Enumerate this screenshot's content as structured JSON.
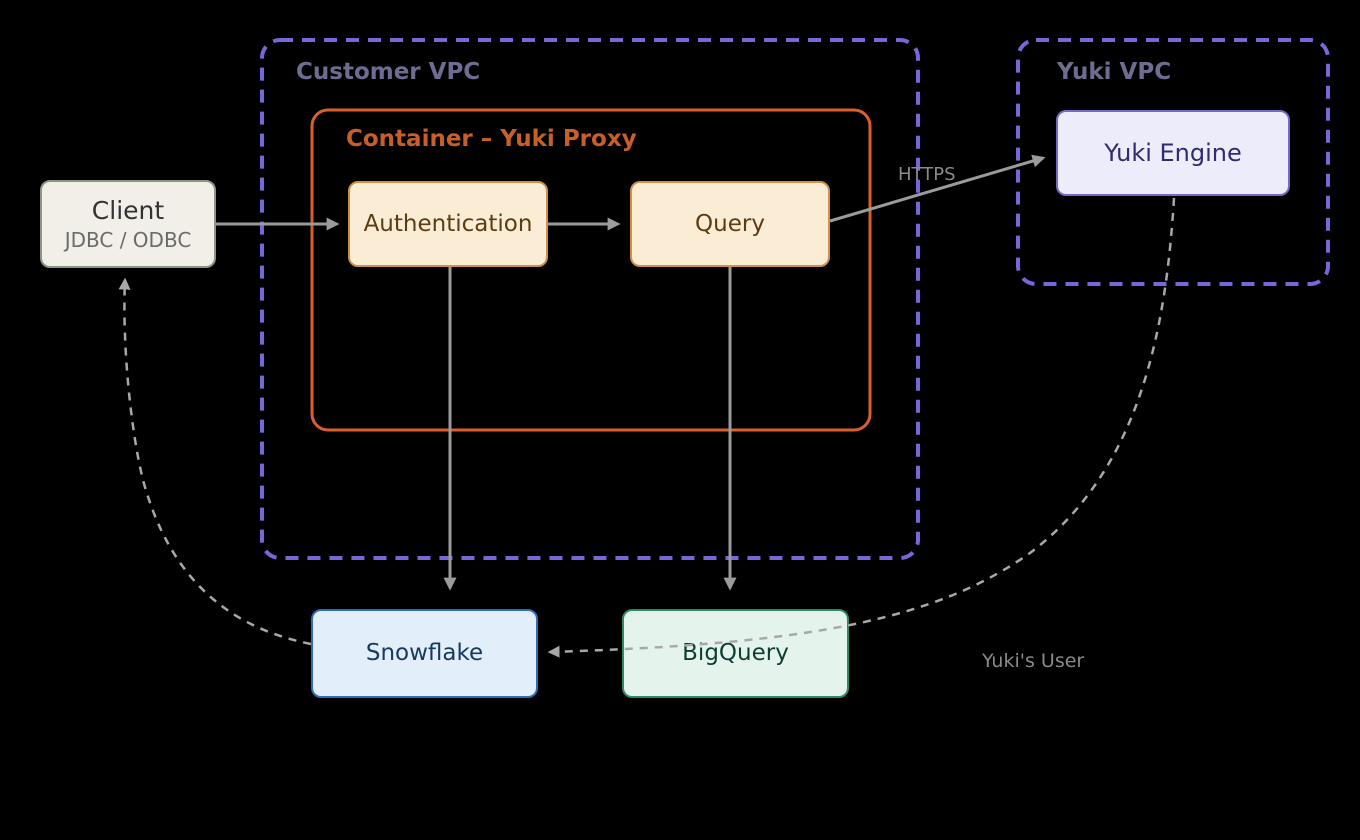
{
  "background": "#000000",
  "clusters": {
    "customer_vpc": {
      "label": "Customer VPC"
    },
    "yuki_vpc": {
      "label": "Yuki VPC"
    },
    "container": {
      "label": "Container – Yuki Proxy"
    }
  },
  "nodes": {
    "client": {
      "label": "Client",
      "sublabel": "JDBC / ODBC"
    },
    "authentication": {
      "label": "Authentication"
    },
    "query": {
      "label": "Query"
    },
    "yuki_engine": {
      "label": "Yuki Engine"
    },
    "snowflake": {
      "label": "Snowflake"
    },
    "bigquery": {
      "label": "BigQuery"
    }
  },
  "edge_labels": {
    "https": "HTTPS",
    "yukis_user": "Yuki's User"
  },
  "edges": [
    {
      "from": "Client",
      "to": "Authentication",
      "style": "solid"
    },
    {
      "from": "Authentication",
      "to": "Query",
      "style": "solid"
    },
    {
      "from": "Query",
      "to": "Yuki Engine",
      "style": "solid",
      "label": "HTTPS"
    },
    {
      "from": "Authentication",
      "to": "Snowflake",
      "style": "solid"
    },
    {
      "from": "Query",
      "to": "BigQuery",
      "style": "solid"
    },
    {
      "from": "Yuki Engine",
      "to": "Snowflake",
      "style": "dashed",
      "label": "Yuki's User"
    },
    {
      "from": "Snowflake",
      "to": "Client",
      "style": "dashed"
    }
  ],
  "colors": {
    "vpc_border": "#7668d8",
    "vpc_label": "#6d6d91",
    "container_border": "#d9602c",
    "container_label": "#c85f28",
    "client_fill": "#f2efe8",
    "client_border": "#93918c",
    "client_text": "#333333",
    "client_subtext": "#6b6b6b",
    "proxy_fill": "#fbecd5",
    "proxy_border": "#cf9145",
    "proxy_text": "#5c3d11",
    "engine_fill": "#ececfb",
    "engine_border": "#7668c8",
    "engine_text": "#2f2c70",
    "snowflake_fill": "#e2eefa",
    "snowflake_border": "#2e6cb5",
    "snowflake_text": "#173a60",
    "bigquery_fill": "#e4f3eb",
    "bigquery_border": "#2e8a63",
    "bigquery_text": "#0e3e33",
    "arrow": "#9b9b9b",
    "dashed_arrow": "#a8a8a8",
    "edge_label": "#8a8a8a"
  }
}
